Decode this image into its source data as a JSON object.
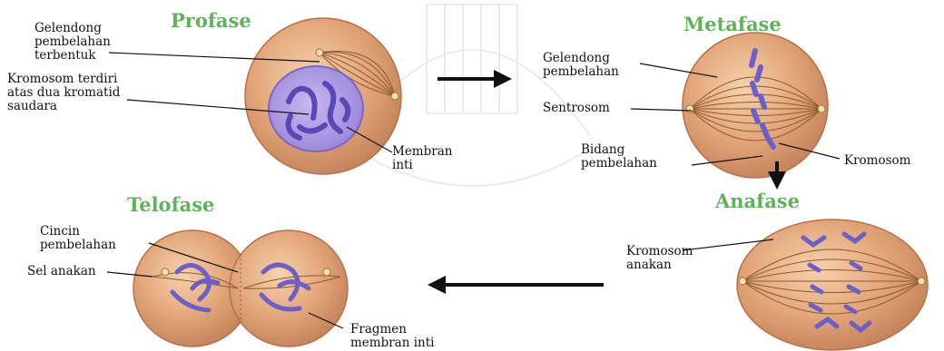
{
  "phases": {
    "profase": "Profase",
    "metafase": "Metafase",
    "anafase": "Anafase",
    "telofase": "Telofase"
  },
  "labels": {
    "gelendong_terbentuk": "Gelendong\npembelahan\nterbentuk",
    "kromosom_kromatid": "Kromosom terdiri\natas dua kromatid\nsaudara",
    "membran_inti": "Membran\ninti",
    "gelendong_pembelahan": "Gelendong\npembelahan",
    "sentrosom": "Sentrosom",
    "bidang_pembelahan": "Bidang\npembelahan",
    "kromosom": "Kromosom",
    "kromosom_anakan": "Kromosom\nanakan",
    "cincin_pembelahan": "Cincin\npembelahan",
    "sel_anakan": "Sel anakan",
    "fragmen_membran": "Fragmen\nmembran inti"
  },
  "colors": {
    "phase_title": "#5fb35a",
    "cell_fill": "#e0a474",
    "cell_edge": "#b7714a",
    "spindle": "#8a5a2e",
    "chromosome": "#6c5fc8",
    "nucleus": "#a996e0",
    "arrow": "#111111"
  }
}
